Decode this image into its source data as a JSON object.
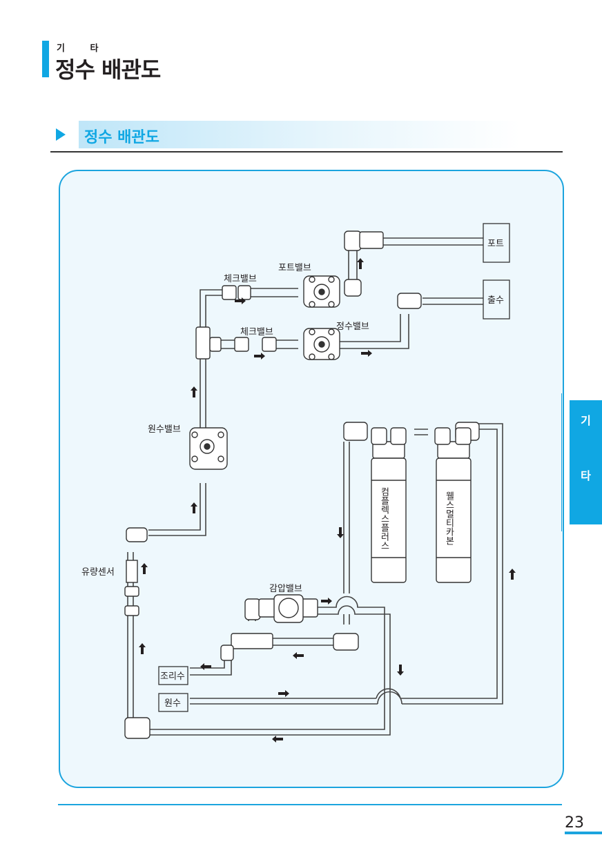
{
  "header": {
    "category": "기타",
    "category_spaced": "기 타",
    "title": "정수 배관도"
  },
  "section": {
    "title": "정수 배관도"
  },
  "side_tab": {
    "chars": [
      "기",
      "타"
    ]
  },
  "page_number": "23",
  "colors": {
    "accent": "#10a7e3",
    "panel_bg": "#eef8fd",
    "panel_border": "#1ba4de",
    "text": "#231f20"
  },
  "diagram": {
    "components": {
      "check_valve_1": "체크밸브",
      "check_valve_2": "체크밸브",
      "pot_valve": "포트밸브",
      "purified_valve": "정수밸브",
      "source_valve": "원수밸브",
      "flow_sensor": "유량센서",
      "pressure_valve": "감압밸브",
      "filter_1": "컴플렉스플러스",
      "filter_2": "웰스멀티카본"
    },
    "terminals": {
      "pot": "포트",
      "outlet": "출수",
      "cooking_water": "조리수",
      "source_water": "원수"
    },
    "flow_direction_icon": "arrow-icon"
  }
}
